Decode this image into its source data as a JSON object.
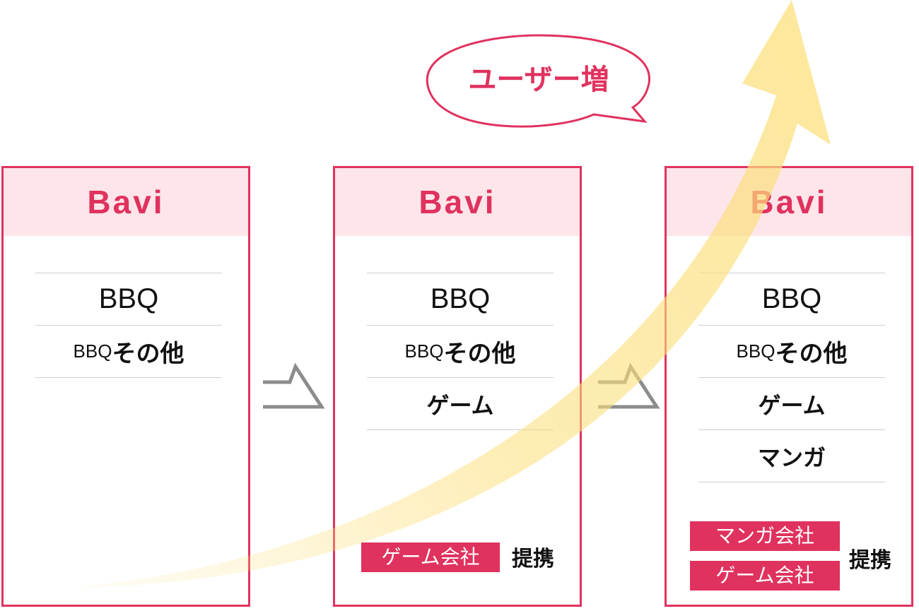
{
  "brand": "Bavi",
  "bubble": {
    "text": "ユーザー増"
  },
  "colors": {
    "accent": "#e0325e",
    "header_bg": "#fde5ea",
    "growth_arrow": "#fcdf7a",
    "step_arrow": "#8c8c8c"
  },
  "panels": [
    {
      "items": [
        {
          "latin": "BBQ",
          "jp": ""
        },
        {
          "latin": "BBQ",
          "jp": "その他"
        }
      ]
    },
    {
      "items": [
        {
          "latin": "BBQ",
          "jp": ""
        },
        {
          "latin": "BBQ",
          "jp": "その他"
        },
        {
          "latin": "",
          "jp": "ゲーム"
        }
      ],
      "partners": [
        "ゲーム会社"
      ],
      "tieup": "提携"
    },
    {
      "items": [
        {
          "latin": "BBQ",
          "jp": ""
        },
        {
          "latin": "BBQ",
          "jp": "その他"
        },
        {
          "latin": "",
          "jp": "ゲーム"
        },
        {
          "latin": "",
          "jp": "マンガ"
        }
      ],
      "partners": [
        "マンガ会社",
        "ゲーム会社"
      ],
      "tieup": "提携"
    }
  ]
}
